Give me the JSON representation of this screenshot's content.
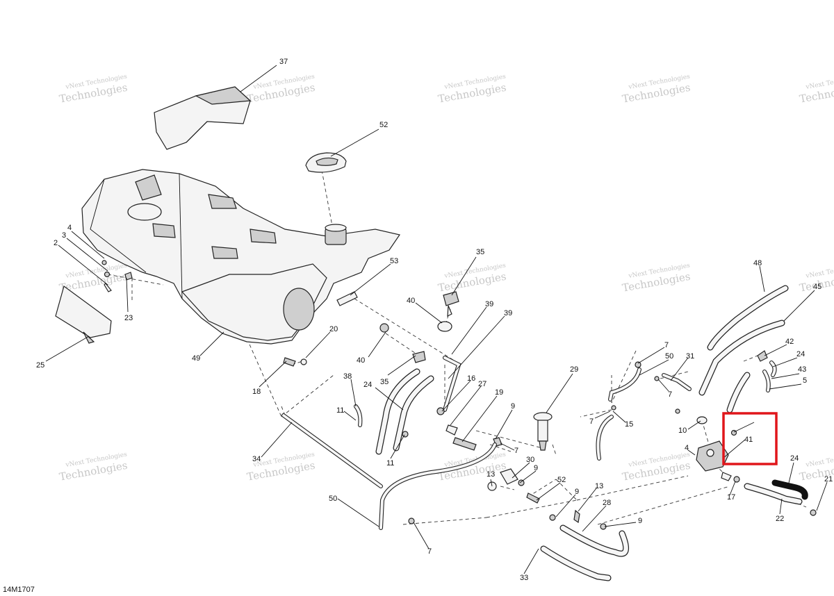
{
  "diagram_code": "14M1707",
  "watermark": {
    "line1": "vNext Technologies",
    "line2a": "vNext",
    "line2b": "Technologies"
  },
  "highlight_color": "#e0161b",
  "callouts": {
    "c37": "37",
    "c52a": "52",
    "c4a": "4",
    "c3": "3",
    "c2": "2",
    "c23": "23",
    "c25": "25",
    "c49": "49",
    "c18": "18",
    "c20": "20",
    "c53": "53",
    "c35a": "35",
    "c40a": "40",
    "c40b": "40",
    "c39a": "39",
    "c39b": "39",
    "c38": "38",
    "c24a": "24",
    "c35b": "35",
    "c11a": "11",
    "c11b": "11",
    "c16": "16",
    "c27": "27",
    "c19": "19",
    "c9a": "9",
    "c7a": "7",
    "c34": "34",
    "c50a": "50",
    "c7b": "7",
    "c13a": "13",
    "c30": "30",
    "c9b": "9",
    "c52b": "52",
    "c13b": "13",
    "c9c": "9",
    "c28": "28",
    "c9d": "9",
    "c33": "33",
    "c29": "29",
    "c7c": "7",
    "c50b": "50",
    "c31": "31",
    "c7d": "7",
    "c7e": "7",
    "c15": "15",
    "c10": "10",
    "c4b": "4",
    "c41": "41",
    "c48": "48",
    "c45": "45",
    "c42": "42",
    "c24b": "24",
    "c43": "43",
    "c5": "5",
    "c24c": "24",
    "c21": "21",
    "c17": "17",
    "c22": "22"
  }
}
